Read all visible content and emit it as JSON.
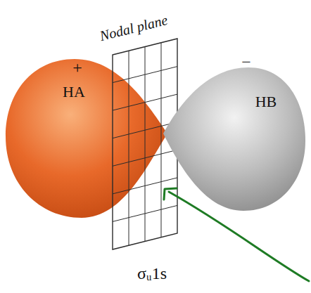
{
  "diagram": {
    "caption": "σᵤ1s",
    "nodes": [
      {
        "text": [
          "+",
          "HA"
        ]
      },
      {
        "text": [
          "−",
          "HB"
        ]
      }
    ],
    "labels": [
      "Nodal plane"
    ]
  }
}
